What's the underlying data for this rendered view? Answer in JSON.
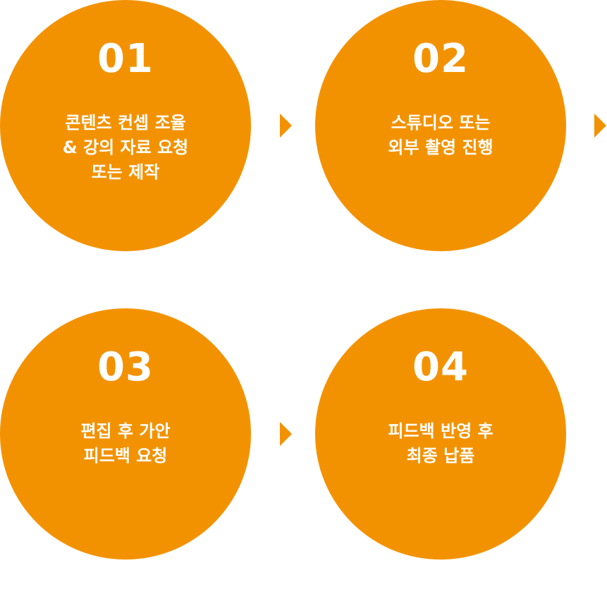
{
  "steps": [
    {
      "number": "01",
      "lines": [
        "콘텐츠 컨셉 조율",
        "& 강의 자료 요청",
        "또는 제작"
      ]
    },
    {
      "number": "02",
      "lines": [
        "스튜디오 또는",
        "외부 촬영 진행"
      ]
    },
    {
      "number": "03",
      "lines": [
        "편집 후 가안",
        "피드백 요청"
      ]
    },
    {
      "number": "04",
      "lines": [
        "피드백 반영 후",
        "최종 납품"
      ]
    }
  ],
  "colors": {
    "accent": "#f39200",
    "text": "#ffffff"
  }
}
